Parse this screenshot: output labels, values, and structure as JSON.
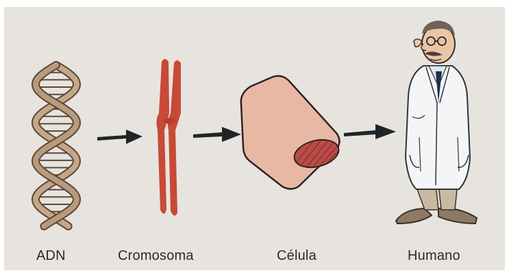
{
  "stages": [
    {
      "label": "ADN",
      "icon": "dna-double-helix-icon"
    },
    {
      "label": "Cromosoma",
      "icon": "chromosome-icon"
    },
    {
      "label": "Célula",
      "icon": "cell-icon"
    },
    {
      "label": "Humano",
      "icon": "human-scientist-icon"
    }
  ],
  "colors": {
    "background": "#e7e4df",
    "dna": "#b79a7f",
    "chromosome": "#c84a36",
    "cell": "#e9b8a4",
    "nucleus": "#b94c48",
    "arrow": "#1f2527",
    "coat": "#f3f5f7"
  }
}
